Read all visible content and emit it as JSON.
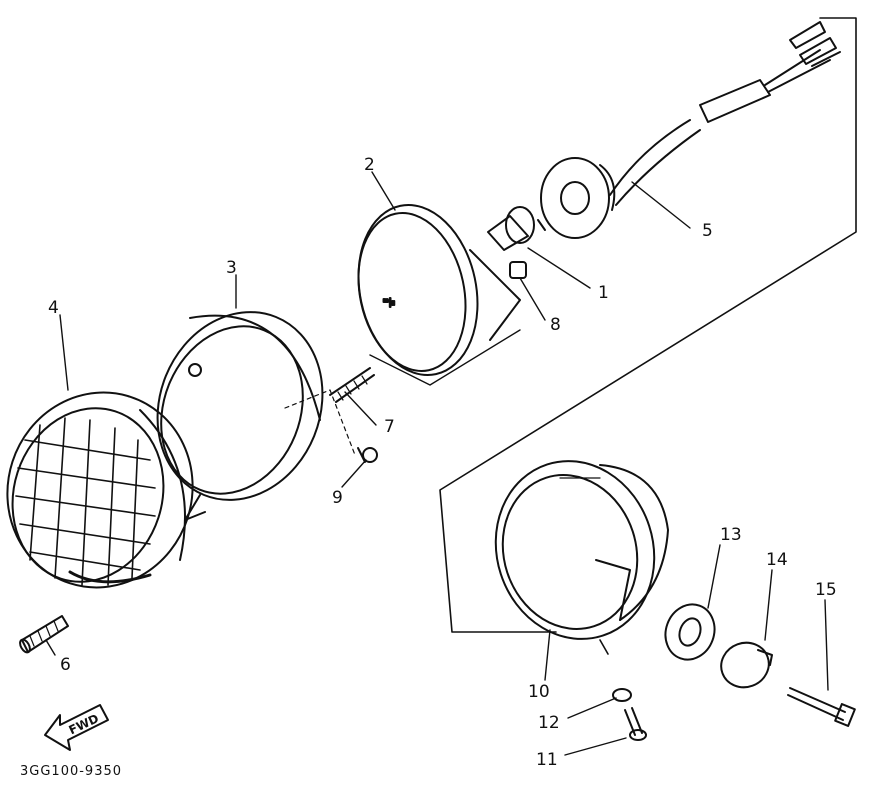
{
  "diagram": {
    "part_numbers": {
      "p1": "1",
      "p2": "2",
      "p3": "3",
      "p4": "4",
      "p5": "5",
      "p6": "6",
      "p7": "7",
      "p8": "8",
      "p9": "9",
      "p10": "10",
      "p11": "11",
      "p12": "12",
      "p13": "13",
      "p14": "14",
      "p15": "15"
    },
    "direction_label": "FWD",
    "drawing_code": "3GG100-9350"
  },
  "colors": {
    "ink": "#111111",
    "paper": "#ffffff"
  }
}
